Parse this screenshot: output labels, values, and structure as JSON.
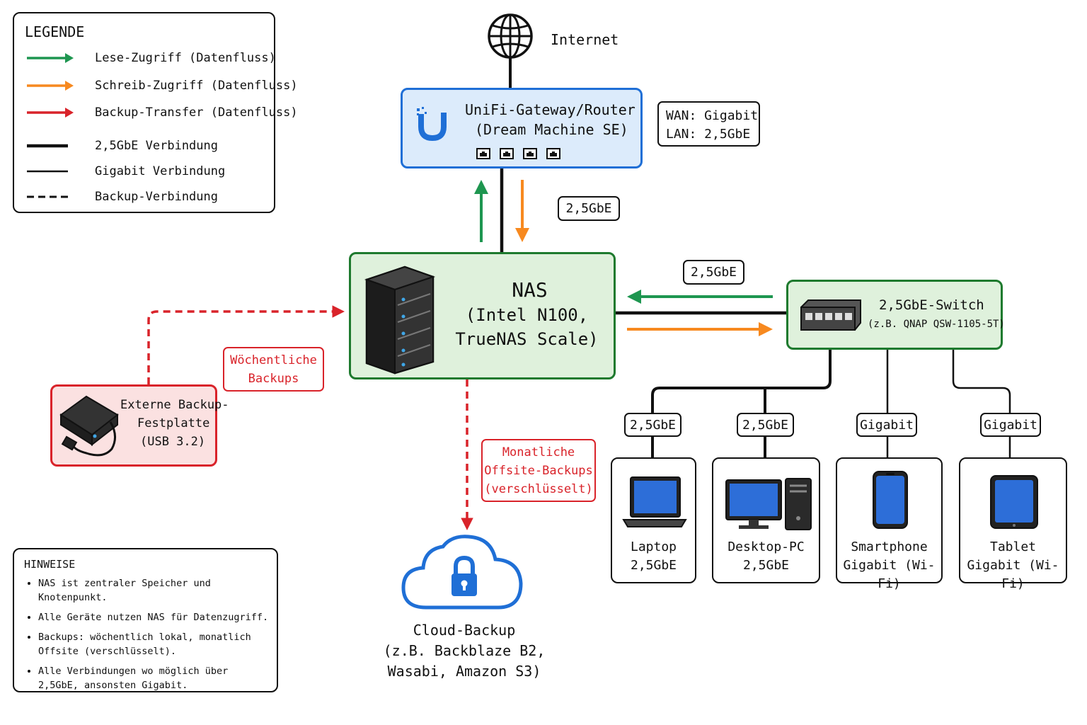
{
  "legend": {
    "title": "LEGENDE",
    "items": [
      {
        "label": "Lese-Zugriff (Datenfluss)",
        "kind": "arrow",
        "color": "#1e9650"
      },
      {
        "label": "Schreib-Zugriff (Datenfluss)",
        "kind": "arrow",
        "color": "#f7891f"
      },
      {
        "label": "Backup-Transfer (Datenfluss)",
        "kind": "arrow",
        "color": "#d9232a"
      },
      {
        "label": "2,5GbE Verbindung",
        "kind": "thick-line",
        "color": "#111111"
      },
      {
        "label": "Gigabit Verbindung",
        "kind": "thin-line",
        "color": "#111111"
      },
      {
        "label": "Backup-Verbindung",
        "kind": "dashed-line",
        "color": "#111111"
      }
    ]
  },
  "internet": {
    "label": "Internet",
    "icon": "globe-icon"
  },
  "gateway": {
    "line1": "UniFi-Gateway/Router",
    "line2": "(Dream Machine SE)",
    "icon": "ubiquiti-logo",
    "ports_icon": "ethernet-port-icon",
    "fill": "#dcebfb",
    "border": "#1f6fd6"
  },
  "wan_info": {
    "line1": "WAN: Gigabit",
    "line2": "LAN: 2,5GbE"
  },
  "gateway_link_label": "2,5GbE",
  "nas": {
    "title": "NAS",
    "line2": "(Intel N100,",
    "line3": "TrueNAS Scale)",
    "icon": "nas-server-icon",
    "fill": "#dff1dc",
    "border": "#1e7a2e"
  },
  "switch_link_label": "2,5GbE",
  "switch": {
    "title": "2,5GbE-Switch",
    "subtitle": "(z.B. QNAP QSW-1105-5T)",
    "icon": "network-switch-icon",
    "fill": "#dff1dc",
    "border": "#1e7a2e"
  },
  "ext_backup": {
    "line1": "Externe Backup-",
    "line2": "Festplatte",
    "line3": "(USB 3.2)",
    "icon": "external-drive-icon",
    "fill": "#fbe1e1",
    "border": "#d9232a"
  },
  "weekly_note": {
    "line1": "Wöchentliche",
    "line2": "Backups"
  },
  "monthly_note": {
    "line1": "Monatliche",
    "line2": "Offsite-Backups",
    "line3": "(verschlüsselt)"
  },
  "cloud": {
    "line1": "Cloud-Backup",
    "line2": "(z.B. Backblaze B2,",
    "line3": "Wasabi, Amazon S3)",
    "icon": "cloud-lock-icon",
    "color": "#1f6fd6"
  },
  "devices": [
    {
      "speed": "2,5GbE",
      "name": "Laptop",
      "detail": "2,5GbE",
      "icon": "laptop-icon"
    },
    {
      "speed": "2,5GbE",
      "name": "Desktop-PC",
      "detail": "2,5GbE",
      "icon": "desktop-pc-icon"
    },
    {
      "speed": "Gigabit",
      "name": "Smartphone",
      "detail": "Gigabit (Wi-Fi)",
      "icon": "smartphone-icon"
    },
    {
      "speed": "Gigabit",
      "name": "Tablet",
      "detail": "Gigabit (Wi-Fi)",
      "icon": "tablet-icon"
    }
  ],
  "hints": {
    "title": "HINWEISE",
    "items": [
      "NAS ist zentraler Speicher und Knotenpunkt.",
      "Alle Geräte nutzen NAS für Datenzugriff.",
      "Backups: wöchentlich lokal, monatlich Offsite (verschlüsselt).",
      "Alle Verbindungen wo möglich über 2,5GbE, ansonsten Gigabit."
    ]
  }
}
